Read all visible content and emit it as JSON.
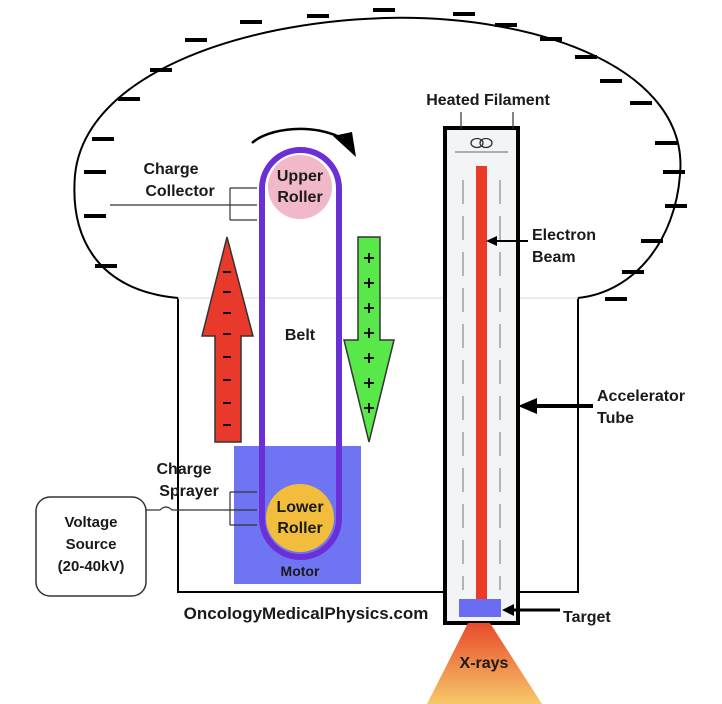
{
  "labels": {
    "heated_filament": "Heated Filament",
    "charge_collector_1": "Charge",
    "charge_collector_2": "Collector",
    "upper_roller_1": "Upper",
    "upper_roller_2": "Roller",
    "electron_beam_1": "Electron",
    "electron_beam_2": "Beam",
    "belt": "Belt",
    "accelerator_tube_1": "Accelerator",
    "accelerator_tube_2": "Tube",
    "charge_sprayer_1": "Charge",
    "charge_sprayer_2": "Sprayer",
    "lower_roller_1": "Lower",
    "lower_roller_2": "Roller",
    "motor": "Motor",
    "voltage_source_1": "Voltage",
    "voltage_source_2": "Source",
    "voltage_source_3": "(20-40kV)",
    "website": "OncologyMedicalPhysics.com",
    "target": "Target",
    "xrays": "X-rays"
  },
  "signs": {
    "negative": "-",
    "positive": "+"
  },
  "colors": {
    "belt": "#6b2fd6",
    "motor_box": "#6f74f2",
    "upper_roller": "#f0b8c9",
    "lower_roller": "#f2bd3c",
    "electron_beam": "#ec3a28",
    "up_arrow": "#e8392b",
    "down_arrow": "#58e84a",
    "target": "#6a6cf2",
    "xray_cone_top": "#e84a2a",
    "xray_cone_bottom": "#f6c86a"
  }
}
